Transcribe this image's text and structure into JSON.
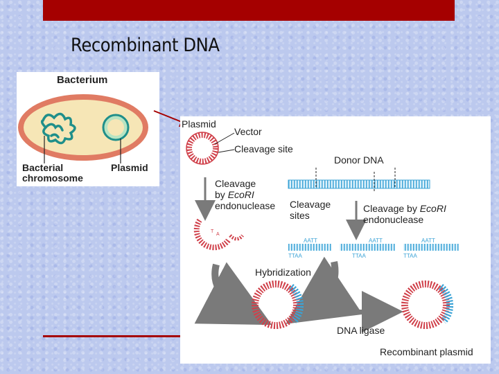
{
  "slide": {
    "title": "Recombinant DNA"
  },
  "bacterium": {
    "header": "Bacterium",
    "chromosome_label": [
      "Bacterial",
      "chromosome"
    ],
    "plasmid_label": "Plasmid"
  },
  "process": {
    "plasmid": "Plasmid",
    "vector": "Vector",
    "cleavage_site": "Cleavage site",
    "donor_dna": "Donor DNA",
    "cleavage_ecori": [
      "Cleavage",
      "by",
      "EcoRI",
      "endonuclease"
    ],
    "cleavage_sites": [
      "Cleavage",
      "sites"
    ],
    "cleavage_by_ecori": [
      "Cleavage by",
      "EcoRI",
      "endonuclease"
    ],
    "aatt": "AATT",
    "ttaa": "TTAA",
    "hybridization": "Hybridization",
    "dna_ligase": "DNA ligase",
    "recombinant_plasmid": "Recombinant plasmid",
    "end_t": "T",
    "end_a": "A"
  },
  "colors": {
    "plasmid": "#d0404a",
    "donor": "#3ba3d6",
    "arrow": "#7a7a7a",
    "accent": "#a50000"
  }
}
